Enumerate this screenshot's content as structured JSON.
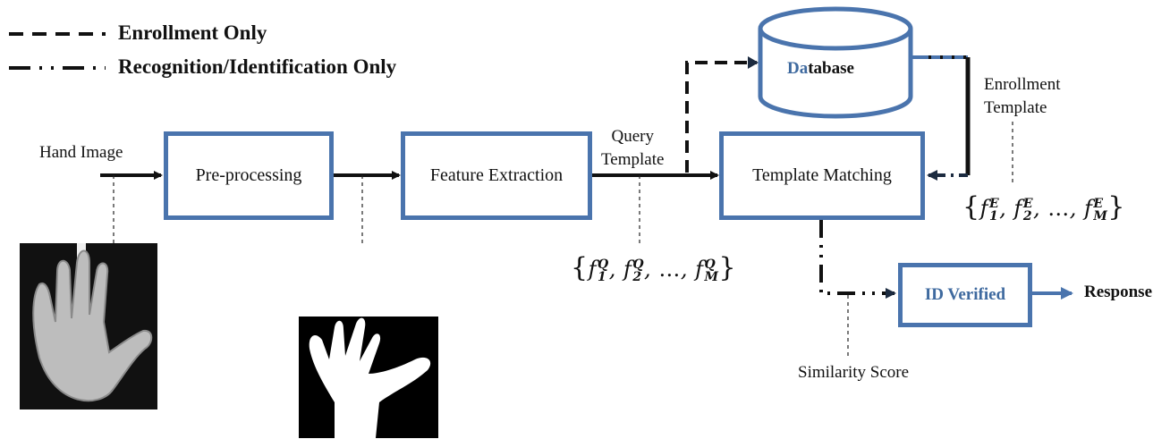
{
  "legend": {
    "enrollment_only": "Enrollment Only",
    "recognition_only": "Recognition/Identification Only"
  },
  "labels": {
    "hand_image": "Hand Image",
    "query_template": "Query\nTemplate",
    "enrollment_template": "Enrollment\nTemplate",
    "similarity_score": "Similarity Score",
    "response": "Response"
  },
  "boxes": {
    "preprocessing": "Pre-processing",
    "feature_extraction": "Feature Extraction",
    "template_matching": "Template Matching",
    "id_verified": "ID Verified"
  },
  "database": {
    "label_prefix": "Da",
    "label_suffix": "tabase"
  },
  "vectors": {
    "query": {
      "open": "{",
      "close": "}",
      "symbol": "f",
      "superscript": "Q",
      "subscripts": [
        "1",
        "2",
        "M"
      ],
      "ellipsis": "…"
    },
    "enrollment": {
      "open": "{",
      "close": "}",
      "symbol": "f",
      "superscript": "E",
      "subscripts": [
        "1",
        "2",
        "M"
      ],
      "ellipsis": "…"
    }
  },
  "colors": {
    "box_border": "#4a74ad",
    "database_label": "#3f6a9f",
    "arrow": "#111111",
    "enrollment_arrow": "#1c2b40"
  }
}
